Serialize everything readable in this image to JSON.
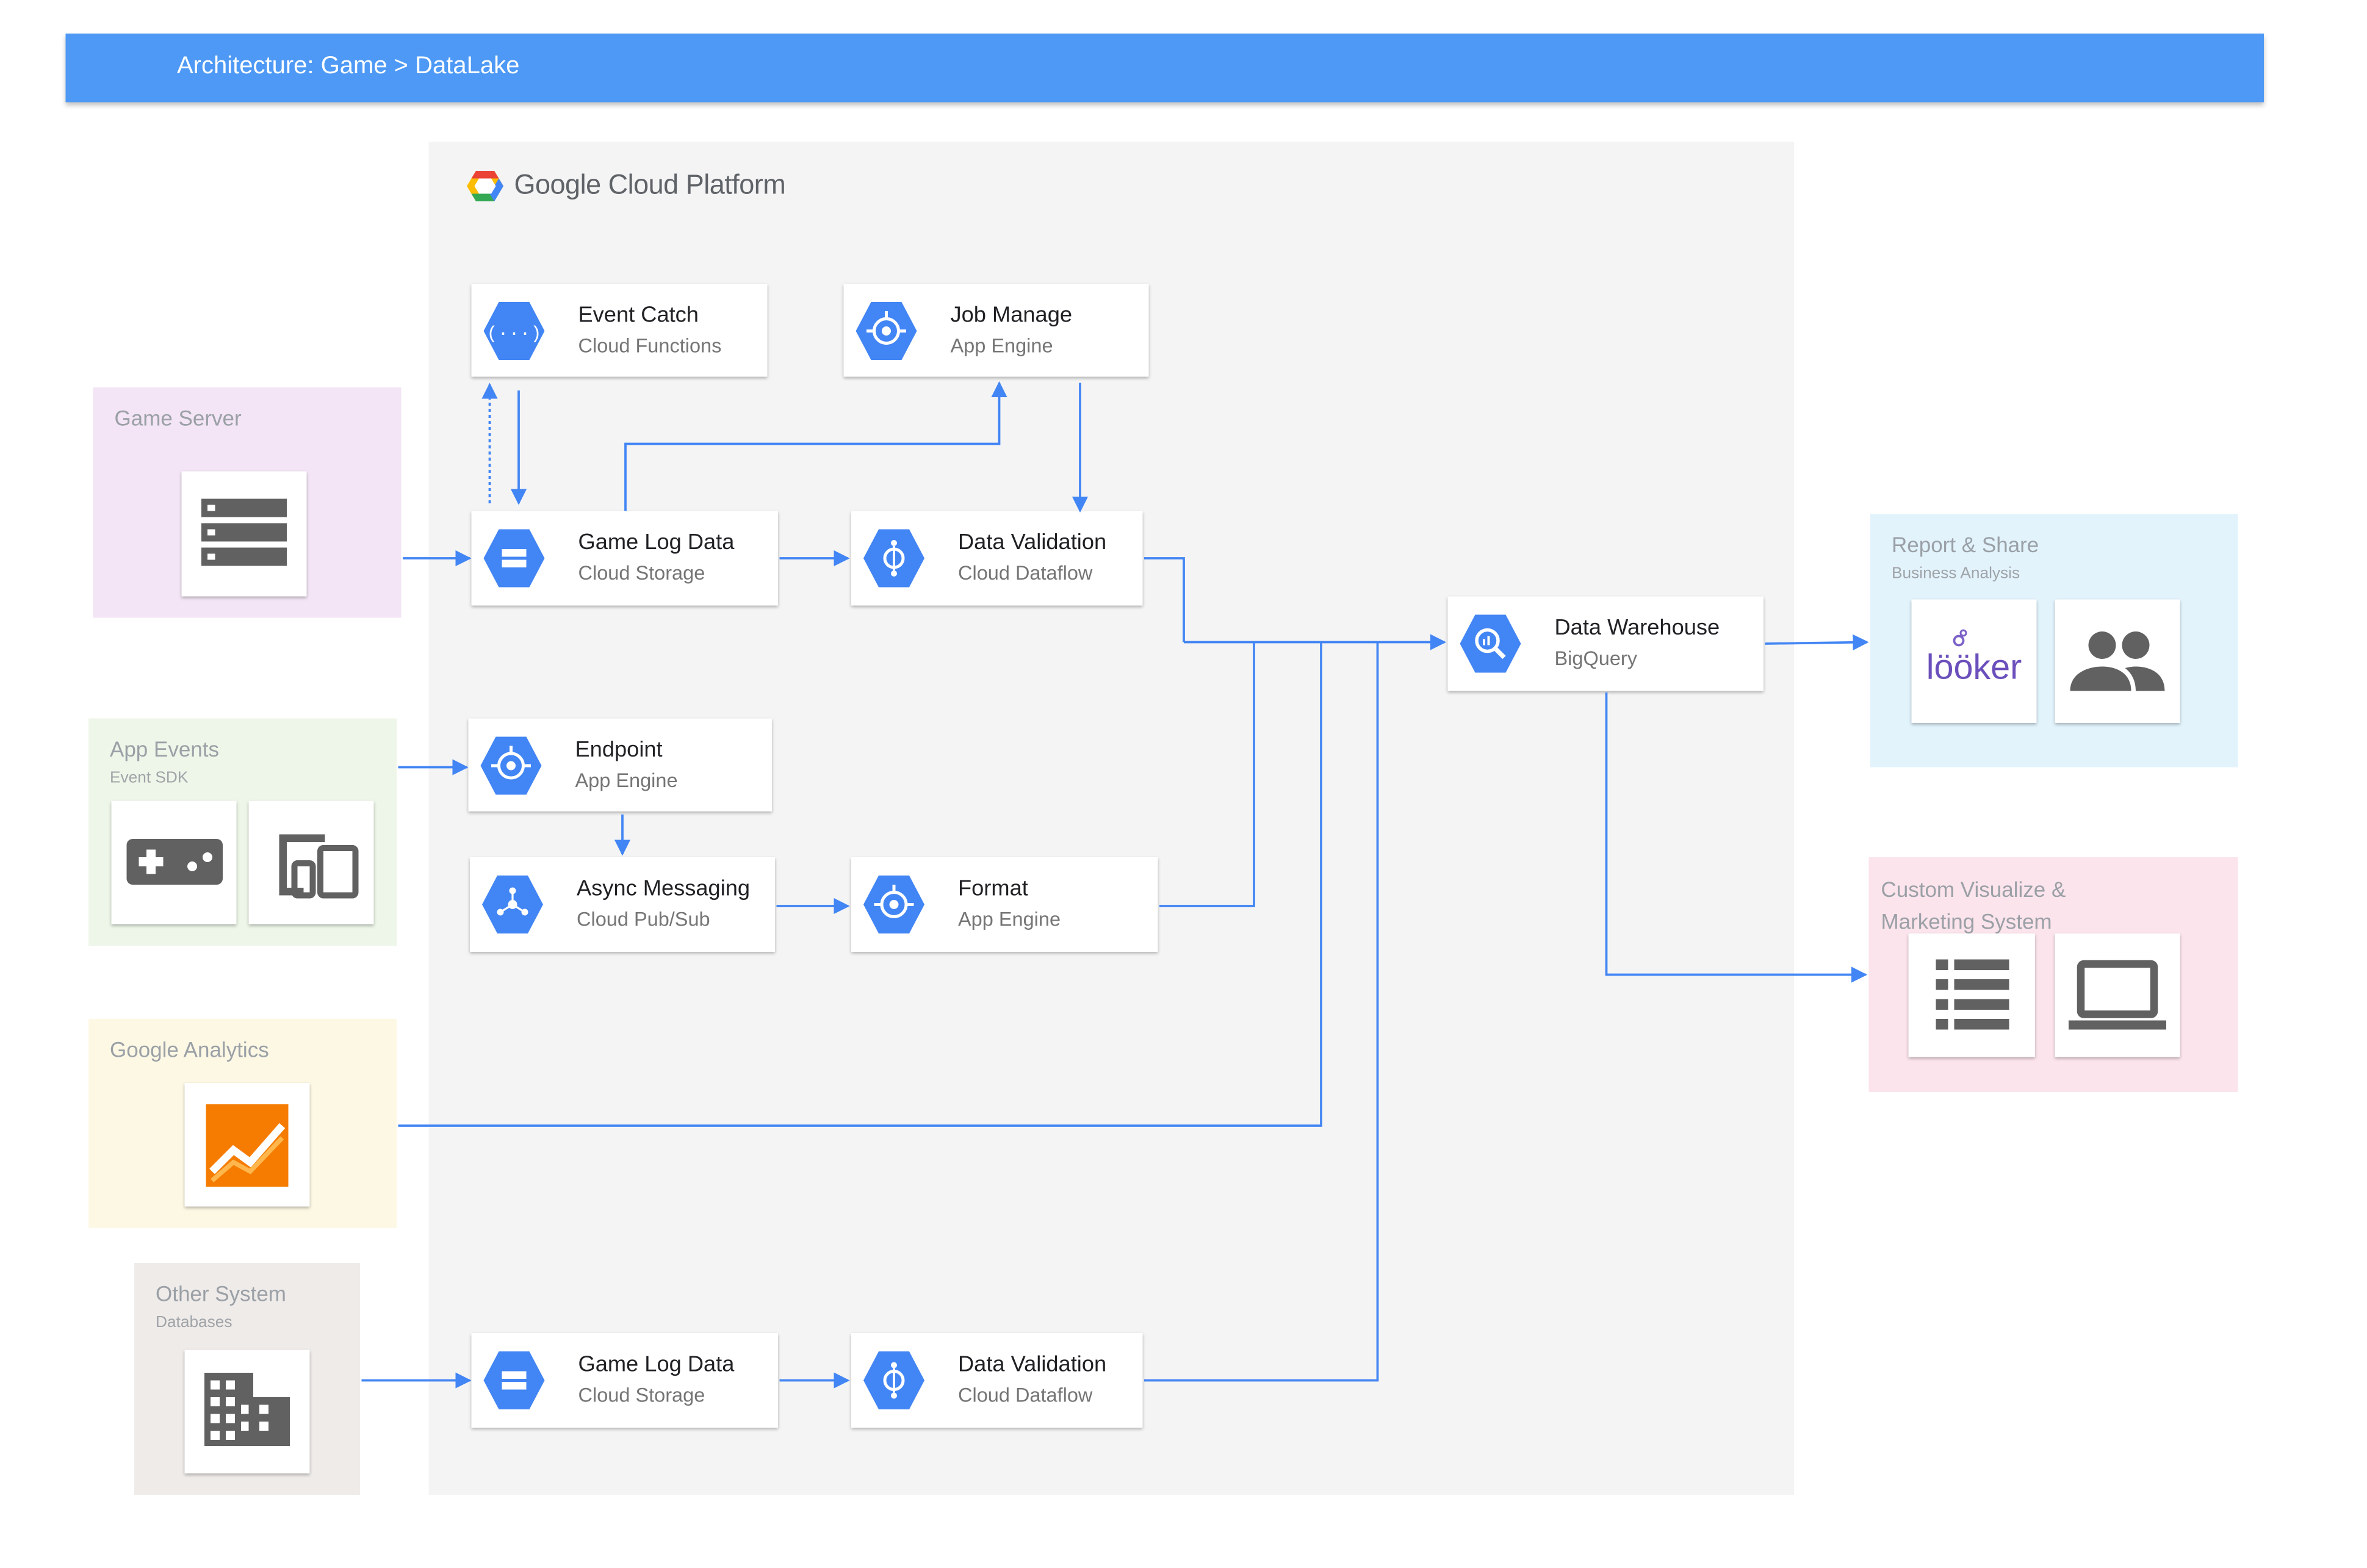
{
  "header": {
    "title": "Architecture: Game > DataLake"
  },
  "gcp": {
    "name": "Google Cloud Platform",
    "name_main": "Google",
    "name_rest": " Cloud Platform"
  },
  "zones": {
    "game_server": {
      "title": "Game Server",
      "color": "#f3e5f5"
    },
    "app_events": {
      "title": "App Events",
      "subtitle": "Event SDK",
      "color": "#eef6e9"
    },
    "google_analytics": {
      "title": "Google Analytics",
      "color": "#fdf8e4"
    },
    "other_system": {
      "title": "Other System",
      "subtitle": "Databases",
      "color": "#efebe9"
    },
    "report_share": {
      "title": "Report & Share",
      "subtitle": "Business Analysis",
      "color": "#e2f3fc"
    },
    "custom_visualize": {
      "title": "Custom Visualize & Marketing System",
      "color": "#fce4ec"
    }
  },
  "icons": {
    "game_server": "server-rack-icon",
    "app_events_1": "gamepad-icon",
    "app_events_2": "devices-icon",
    "google_analytics": "google-analytics-icon",
    "other_system": "building-icon",
    "report_1": "looker-logo",
    "report_2": "people-icon",
    "custom_1": "list-icon",
    "custom_2": "laptop-icon"
  },
  "looker_text": "lööker",
  "cards": {
    "event_catch": {
      "name": "Event Catch",
      "service": "Cloud Functions",
      "icon": "cloud-functions-icon"
    },
    "job_manage": {
      "name": "Job Manage",
      "service": "App Engine",
      "icon": "app-engine-icon"
    },
    "game_log_data": {
      "name": "Game Log Data",
      "service": "Cloud Storage",
      "icon": "cloud-storage-icon"
    },
    "data_validation": {
      "name": "Data Validation",
      "service": "Cloud Dataflow",
      "icon": "cloud-dataflow-icon"
    },
    "endpoint": {
      "name": "Endpoint",
      "service": "App Engine",
      "icon": "app-engine-icon"
    },
    "async_messaging": {
      "name": "Async Messaging",
      "service": "Cloud Pub/Sub",
      "icon": "cloud-pubsub-icon"
    },
    "format": {
      "name": "Format",
      "service": "App Engine",
      "icon": "app-engine-icon"
    },
    "game_log_data_2": {
      "name": "Game Log Data",
      "service": "Cloud Storage",
      "icon": "cloud-storage-icon"
    },
    "data_validation_2": {
      "name": "Data Validation",
      "service": "Cloud Dataflow",
      "icon": "cloud-dataflow-icon"
    },
    "data_warehouse": {
      "name": "Data Warehouse",
      "service": "BigQuery",
      "icon": "bigquery-icon"
    }
  },
  "colors": {
    "accent": "#4285f4",
    "banner": "#4d99f5",
    "gcp_panel": "#f4f4f4",
    "analytics_orange": "#f57c00"
  }
}
